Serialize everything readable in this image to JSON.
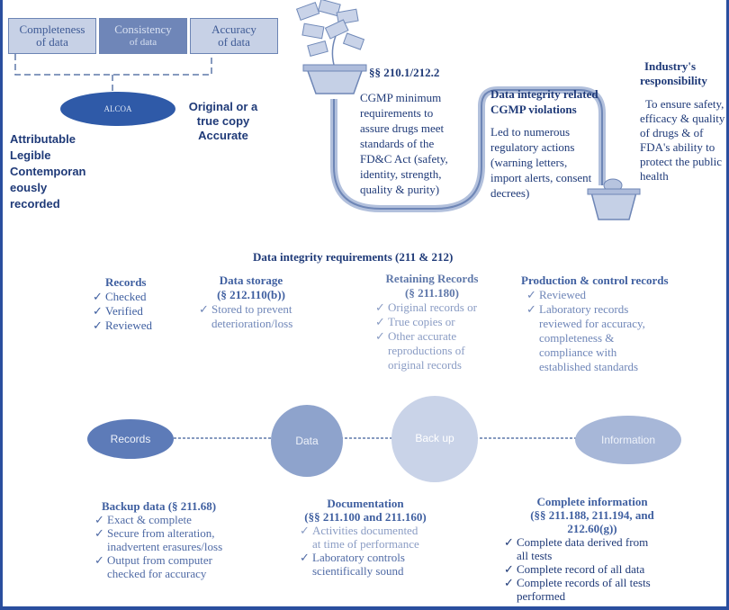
{
  "top_boxes": [
    {
      "line1": "Completeness",
      "line2": "of data"
    },
    {
      "line1": "Consistency",
      "line2": "of data"
    },
    {
      "line1": "Accuracy",
      "line2": "of data"
    }
  ],
  "alcoa": {
    "label": "ALCOA",
    "right_text": [
      "Original or a",
      "true copy",
      "Accurate"
    ],
    "left_text": [
      "Attributable",
      "Legible",
      "Contemporan",
      "eously",
      "recorded"
    ]
  },
  "cgmp": {
    "title": "§§ 210.1/212.2",
    "body": [
      "CGMP minimum",
      "requirements to",
      "assure drugs meet",
      "standards of the",
      "FD&C Act (safety,",
      "identity, strength,",
      "quality & purity)"
    ]
  },
  "violations": {
    "title": [
      "Data integrity related",
      "CGMP violations"
    ],
    "body": [
      "Led to numerous",
      "regulatory actions",
      "(warning letters,",
      "import alerts, consent",
      "decrees)"
    ]
  },
  "industry": {
    "title": [
      "Industry's",
      "responsibility"
    ],
    "body": [
      "To ensure safety,",
      "efficacy & quality",
      "of drugs & of",
      "FDA's ability to",
      "protect the public",
      "health"
    ]
  },
  "requirements_title": "Data integrity requirements (211 & 212)",
  "records": {
    "title": "Records",
    "items": [
      "Checked",
      "Verified",
      "Reviewed"
    ]
  },
  "data_storage": {
    "title": [
      "Data storage",
      "(§ 212.110(b))"
    ],
    "items": [
      [
        "Stored to prevent",
        "deterioration/loss"
      ]
    ]
  },
  "retaining": {
    "title": [
      "Retaining Records",
      "(§ 211.180)"
    ],
    "items": [
      [
        "Original records or"
      ],
      [
        "True copies or"
      ],
      [
        "Other accurate",
        "reproductions of",
        "original records"
      ]
    ]
  },
  "production": {
    "title": "Production & control records",
    "items": [
      [
        "Reviewed"
      ],
      [
        "Laboratory records",
        "reviewed for accuracy,",
        "completeness &",
        "compliance with",
        "established standards"
      ]
    ]
  },
  "timeline": {
    "nodes": [
      "Records",
      "Data",
      "Back up",
      "Information"
    ]
  },
  "backup": {
    "title": "Backup data (§ 211.68)",
    "items": [
      [
        "Exact & complete"
      ],
      [
        "Secure from alteration,",
        "inadvertent erasures/loss"
      ],
      [
        "Output from computer",
        "checked for accuracy"
      ]
    ]
  },
  "documentation": {
    "title": [
      "Documentation",
      "(§§ 211.100 and 211.160)"
    ],
    "items": [
      [
        "Activities documented",
        "at time of performance"
      ],
      [
        "Laboratory controls",
        "scientifically sound"
      ]
    ]
  },
  "complete": {
    "title": [
      "Complete information",
      "(§§ 211.188, 211.194, and",
      "212.60(g))"
    ],
    "items": [
      [
        "Complete data derived from",
        "all tests"
      ],
      [
        "Complete record of all data"
      ],
      [
        "Complete records of all tests",
        "performed"
      ]
    ]
  },
  "check_glyph": "✓",
  "colors": {
    "navy": "#1f3a78",
    "mid": "#3f5fa0",
    "light": "#8a9cc4",
    "frame": "#2a4e9e"
  }
}
